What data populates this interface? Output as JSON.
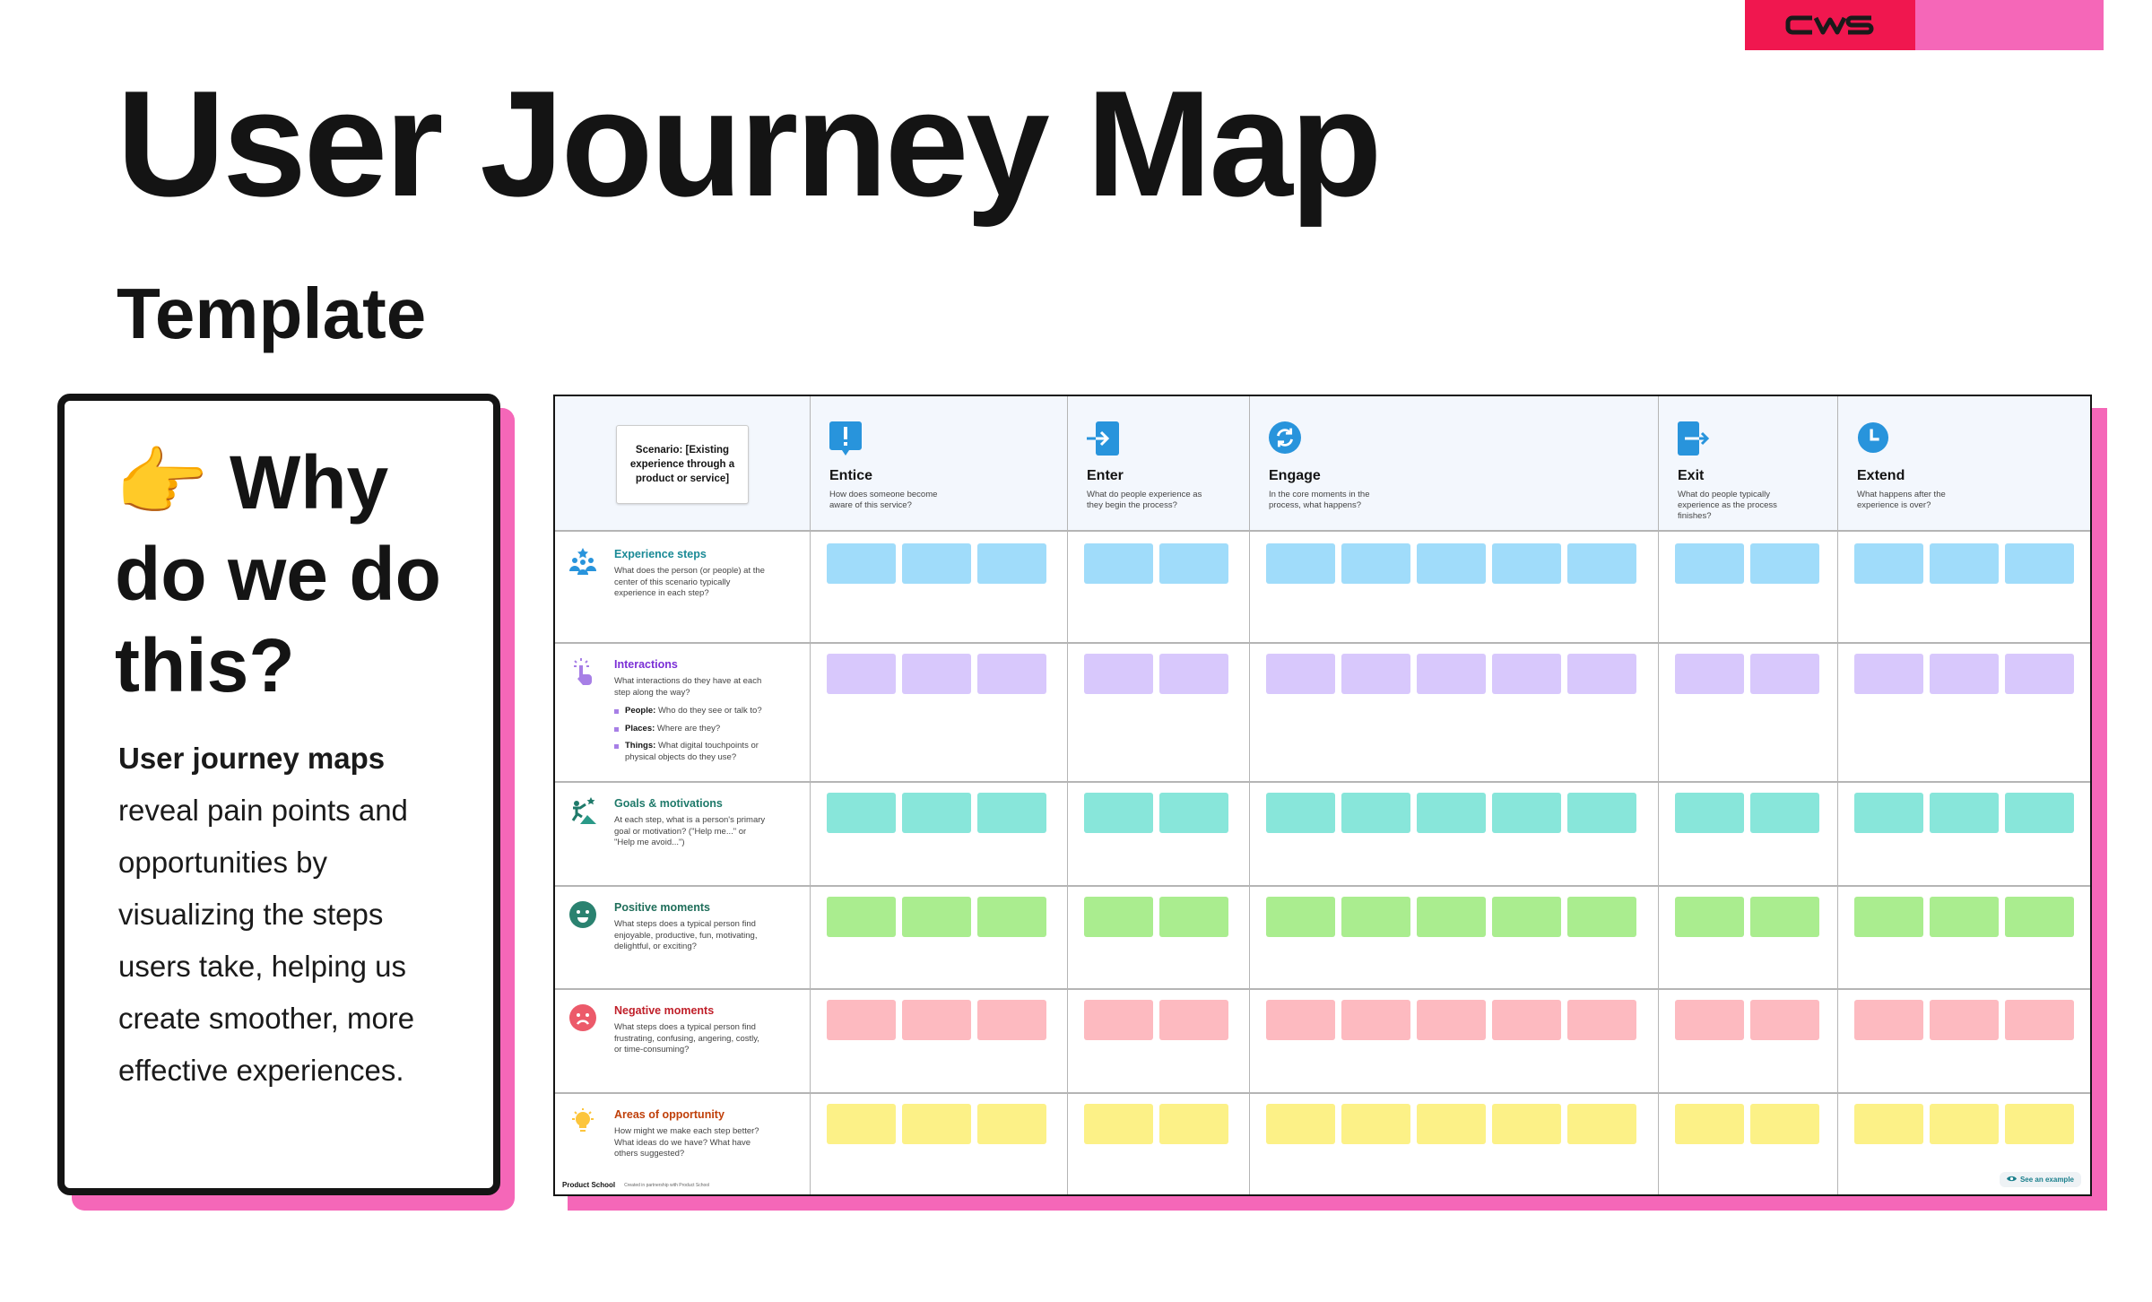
{
  "brand": {
    "logo_text": "CWS",
    "colors": {
      "red": "#f0174f",
      "pink": "#f567b8"
    }
  },
  "title": "User Journey Map",
  "subtitle": "Template",
  "card": {
    "emoji": "👉",
    "heading": [
      "Why",
      "do we do",
      "this?"
    ],
    "body_bold": "User journey maps",
    "body_lines": [
      "reveal pain points and",
      "opportunities by",
      "visualizing the steps",
      "users take, helping us",
      "create smoother, more",
      "effective experiences."
    ]
  },
  "board": {
    "scenario": "Scenario: [Existing experience through a product or service]",
    "phases": [
      {
        "title": "Entice",
        "desc": "How does someone become aware of this service?",
        "icon": "exclamation-icon",
        "notes": 3
      },
      {
        "title": "Enter",
        "desc": "What do people experience as they begin the process?",
        "icon": "enter-icon",
        "notes": 2
      },
      {
        "title": "Engage",
        "desc": "In the core moments in the process, what happens?",
        "icon": "refresh-icon",
        "notes": 5
      },
      {
        "title": "Exit",
        "desc": "What do people typically experience as the process finishes?",
        "icon": "exit-icon",
        "notes": 2
      },
      {
        "title": "Extend",
        "desc": "What happens after the experience is over?",
        "icon": "clock-icon",
        "notes": 3
      }
    ],
    "rows": [
      {
        "title": "Experience steps",
        "desc": "What does the person (or people) at the center of this scenario typically experience in each step?",
        "icon": "people-star-icon",
        "title_color": "#1a8a96",
        "note_color": "#a0dcfa"
      },
      {
        "title": "Interactions",
        "desc": "What interactions do they have at each step along the way?",
        "icon": "tap-hand-icon",
        "title_color": "#7b2fd6",
        "note_color": "#d8c8fc",
        "bullets": [
          {
            "k": "People:",
            "v": "Who do they see or talk to?"
          },
          {
            "k": "Places:",
            "v": "Where are they?"
          },
          {
            "k": "Things:",
            "v": "What digital touchpoints or physical objects do they use?"
          }
        ]
      },
      {
        "title": "Goals & motivations",
        "desc": "At each step, what is a person's primary goal or motivation? (\"Help me...\" or \"Help me avoid...\")",
        "icon": "climber-icon",
        "title_color": "#1f7a6a",
        "note_color": "#88e6da"
      },
      {
        "title": "Positive moments",
        "desc": "What steps does a typical person find enjoyable, productive, fun, motivating, delightful, or exciting?",
        "icon": "smile-icon",
        "title_color": "#1f6e5a",
        "note_color": "#aaed8f"
      },
      {
        "title": "Negative moments",
        "desc": "What steps does a typical person find frustrating, confusing, angering, costly, or time-consuming?",
        "icon": "frown-icon",
        "title_color": "#c0202a",
        "note_color": "#fdbac0"
      },
      {
        "title": "Areas of opportunity",
        "desc": "How might we make each step better? What ideas do we have? What have others suggested?",
        "icon": "lightbulb-icon",
        "title_color": "#c0400a",
        "note_color": "#fcf187"
      }
    ],
    "footer_brand": "Product School",
    "footer_note": "Created in partnership with Product School",
    "example_label": "See an example"
  }
}
